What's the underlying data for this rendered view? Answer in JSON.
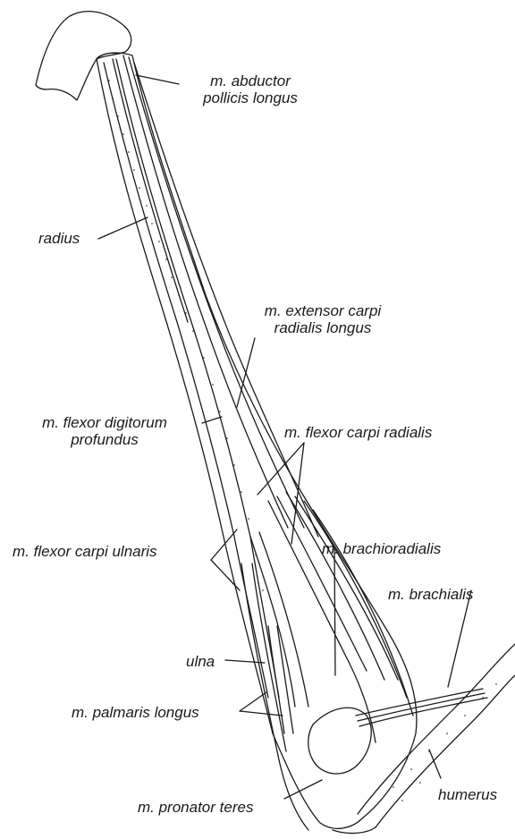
{
  "labels": {
    "abductor_pollicis_longus": "m. abductor\npollicis longus",
    "radius": "radius",
    "extensor_carpi_radialis_longus": "m. extensor carpi\nradialis longus",
    "flexor_digitorum_profundus": "m. flexor digitorum\nprofundus",
    "flexor_carpi_radialis": "m. flexor carpi radialis",
    "flexor_carpi_ulnaris": "m. flexor carpi ulnaris",
    "brachioradialis": "m. brachioradialis",
    "brachialis": "m. brachialis",
    "ulna": "ulna",
    "palmaris_longus": "m. palmaris longus",
    "humerus": "humerus",
    "pronator_teres": "m. pronator teres"
  },
  "colors": {
    "ink": "#1a1a1a",
    "background": "#ffffff"
  }
}
